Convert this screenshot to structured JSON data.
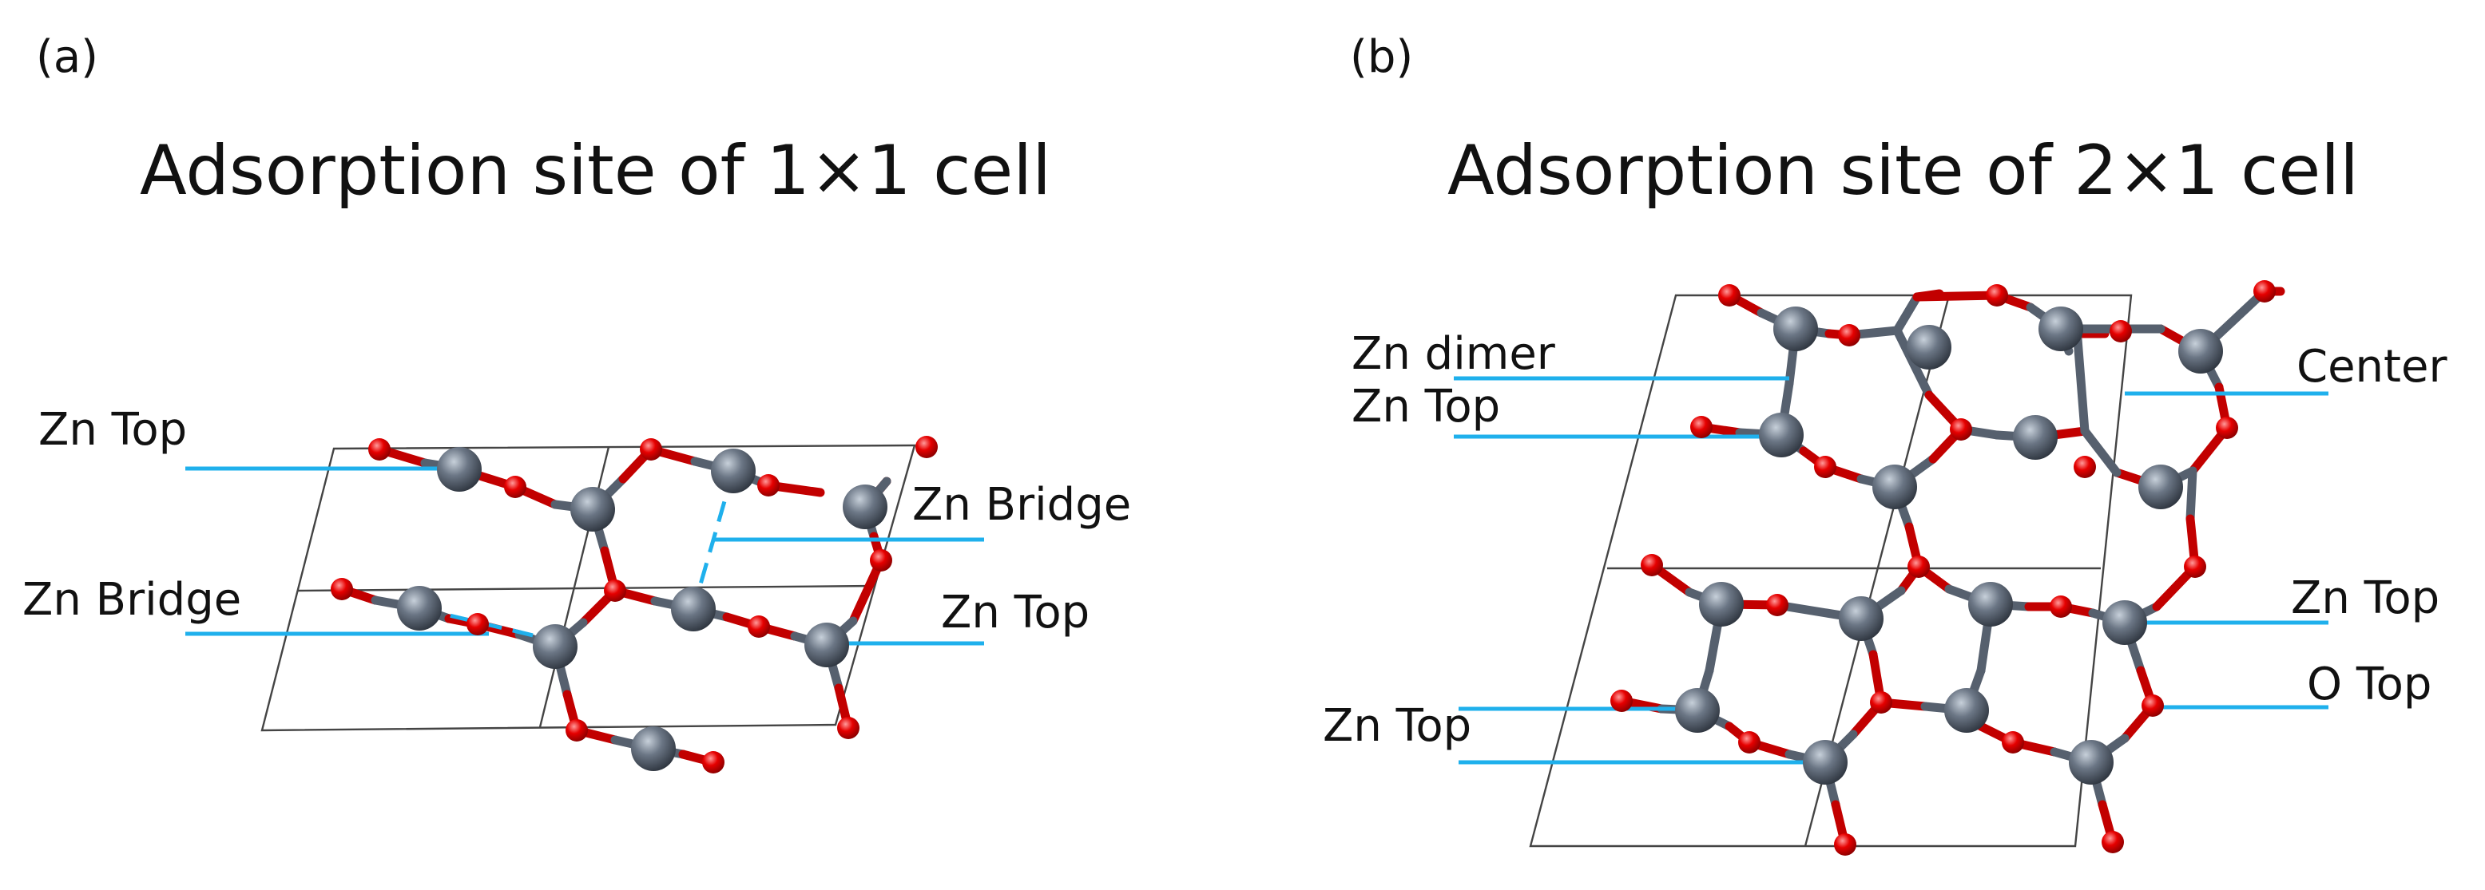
{
  "panel_a": {
    "label": "(a)",
    "title": "Adsorption site of 1×1 cell",
    "sites": [
      "Zn Top",
      "Zn Bridge",
      "Zn Bridge",
      "Zn Top"
    ]
  },
  "panel_b": {
    "label": "(b)",
    "title": "Adsorption site of 2×1 cell",
    "sites": [
      "Zn dimer",
      "Zn Top",
      "Center",
      "Zn Top",
      "O Top",
      "Zn Top"
    ]
  },
  "colors": {
    "zn_atom": "#5e6978",
    "o_atom": "#e60000",
    "leader_line": "#1fb0ec",
    "cell_line": "#444444"
  }
}
